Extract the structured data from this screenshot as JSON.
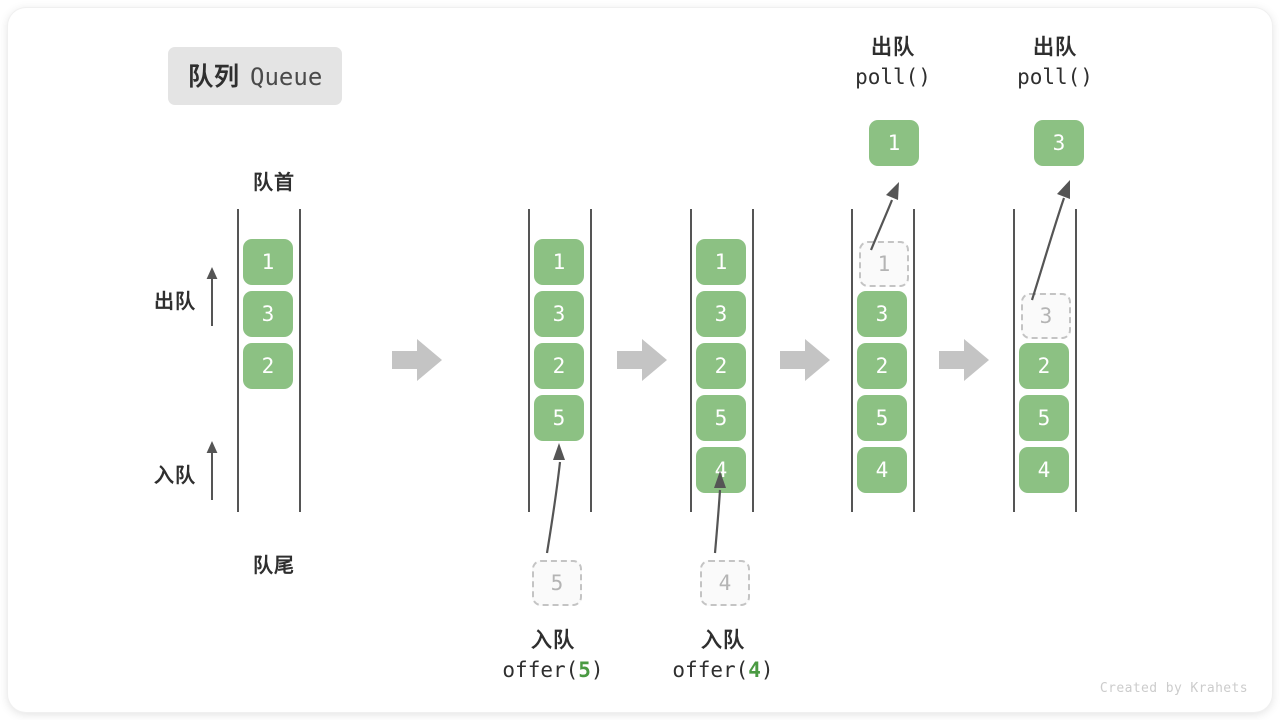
{
  "title": {
    "cn": "队列",
    "en": "Queue"
  },
  "labels": {
    "head": "队首",
    "tail": "队尾",
    "dequeue": "出队",
    "enqueue": "入队"
  },
  "credit": "Created by Krahets",
  "colors": {
    "item_fill": "#8cc183",
    "item_text": "#ffffff",
    "ghost_fill": "#fafafa",
    "ghost_border": "#c4c4c4",
    "ghost_text": "#b4b4b4",
    "rail": "#555555",
    "arrow": "#c4c4c4",
    "accent_number": "#4a9a42",
    "badge_bg": "#e4e4e4",
    "text": "#2f2f2f"
  },
  "steps": [
    {
      "id": "initial",
      "items": [
        "1",
        "3",
        "2"
      ],
      "ghost_slots": [],
      "incoming": null,
      "popped": null,
      "caption": null
    },
    {
      "id": "after-offer-5",
      "items": [
        "1",
        "3",
        "2",
        "5"
      ],
      "ghost_slots": [],
      "incoming": "5",
      "popped": null,
      "caption": {
        "line1": "入队",
        "prefix": "offer(",
        "value": "5",
        "suffix": ")"
      }
    },
    {
      "id": "after-offer-4",
      "items": [
        "1",
        "3",
        "2",
        "5",
        "4"
      ],
      "ghost_slots": [],
      "incoming": "4",
      "popped": null,
      "caption": {
        "line1": "入队",
        "prefix": "offer(",
        "value": "4",
        "suffix": ")"
      }
    },
    {
      "id": "poll-1",
      "items": [
        "",
        "3",
        "2",
        "5",
        "4"
      ],
      "ghost_slots": [
        {
          "row": 0,
          "value": "1"
        }
      ],
      "incoming": null,
      "popped": "1",
      "caption": {
        "line1": "出队",
        "prefix": "poll(",
        "value": "",
        "suffix": ")"
      }
    },
    {
      "id": "poll-3",
      "items": [
        "",
        "",
        "2",
        "5",
        "4"
      ],
      "ghost_slots": [
        {
          "row": 1,
          "value": "3"
        }
      ],
      "incoming": null,
      "popped": "3",
      "caption": {
        "line1": "出队",
        "prefix": "poll(",
        "value": "",
        "suffix": ")"
      }
    }
  ]
}
